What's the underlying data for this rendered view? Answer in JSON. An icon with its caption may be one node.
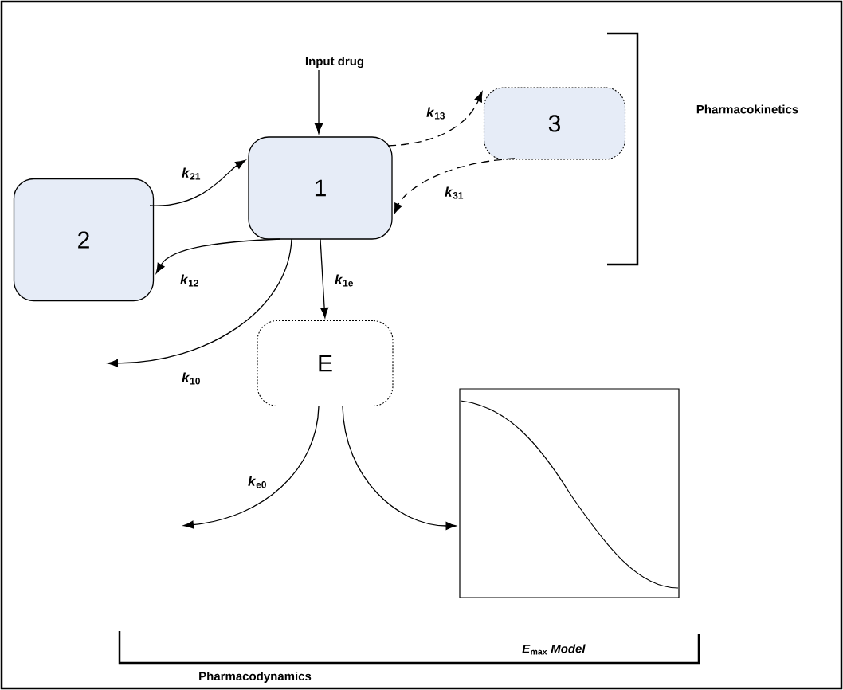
{
  "diagram": {
    "nodes": [
      {
        "text": [
          "Input drug"
        ]
      },
      {
        "text": [
          "1"
        ]
      },
      {
        "text": [
          "2"
        ]
      },
      {
        "text": [
          "3"
        ]
      },
      {
        "text": [
          "E"
        ]
      },
      {
        "text": [],
        "shape": "picture"
      }
    ],
    "edges": [
      {
        "from": 0,
        "to": 1,
        "arrow": "to"
      },
      {
        "from": 2,
        "to": 1,
        "arrow": "to",
        "label": "*k*$_{21}$"
      },
      {
        "from": 1,
        "to": 2,
        "arrow": "to",
        "label": "*k*$_{12}$"
      },
      {
        "from": 1,
        "to": 3,
        "arrow": "to",
        "label": "*k*$_{13}$",
        "style": "dashed"
      },
      {
        "from": 3,
        "to": 1,
        "arrow": "to",
        "label": "*k*$_{31}$",
        "style": "dashed"
      },
      {
        "from": 1,
        "to": 4,
        "arrow": "to",
        "label": "*k*$_{1e}$"
      },
      {
        "from": 1,
        "to": null,
        "arrow": "to",
        "label": "*k*$_{10}$"
      },
      {
        "from": 4,
        "to": null,
        "arrow": "to",
        "label": "*k*$_{e0}$"
      },
      {
        "from": 4,
        "to": 5,
        "arrow": "to"
      }
    ],
    "labels": [
      "Pharmacokinetics",
      "*E*$_{max}$ *Model*",
      "Pharmacodynamics"
    ]
  }
}
